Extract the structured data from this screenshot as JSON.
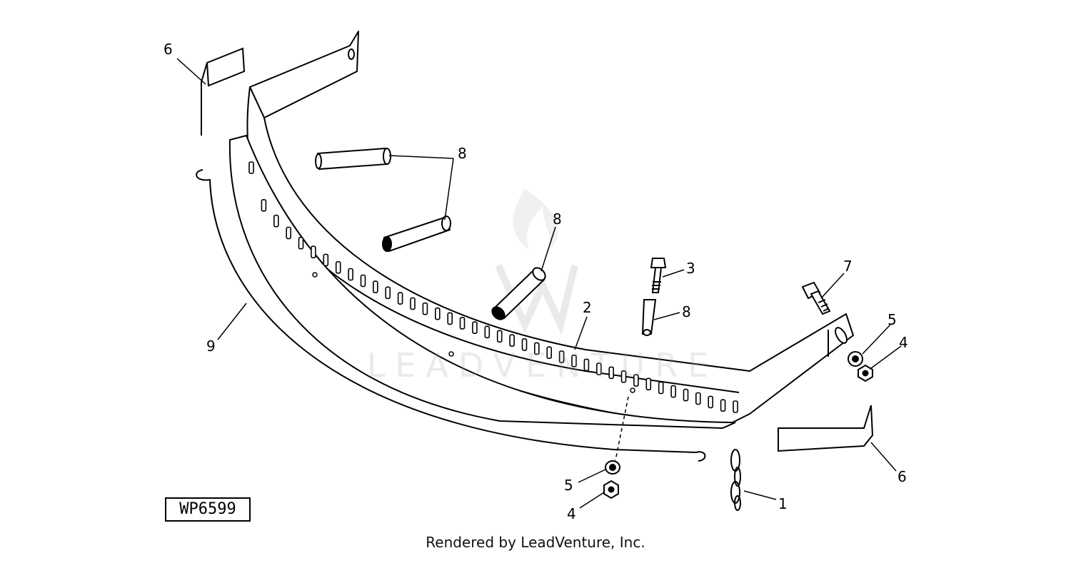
{
  "diagram": {
    "figure_id": "WP6599",
    "footer_text": "Rendered by LeadVenture, Inc.",
    "watermark_text": "LEADVENTURE",
    "callouts": {
      "c1": "1",
      "c2": "2",
      "c3": "3",
      "c4a": "4",
      "c4b": "4",
      "c5a": "5",
      "c5b": "5",
      "c6a": "6",
      "c6b": "6",
      "c7": "7",
      "c8a": "8",
      "c8b": "8",
      "c8c": "8",
      "c9": "9"
    }
  }
}
